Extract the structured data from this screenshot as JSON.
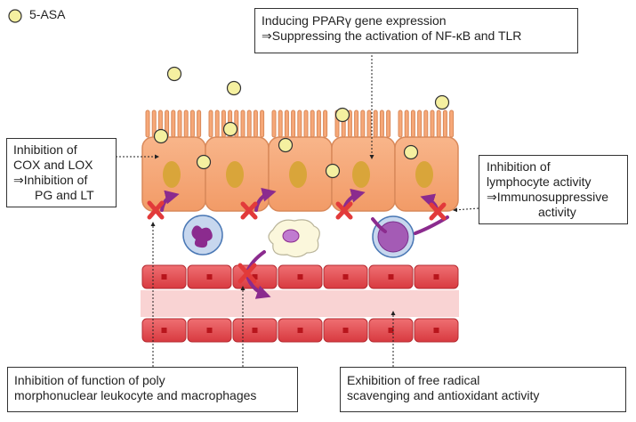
{
  "legend": {
    "label": "5-ASA"
  },
  "boxes": {
    "ppar": {
      "line1": "Inducing PPARγ gene expression",
      "line2": "⇒Suppressing the activation of NF-κB and TLR"
    },
    "cox": {
      "line1": "Inhibition of",
      "line2": "COX and LOX",
      "line3": "⇒Inhibition of",
      "line4": "PG and LT"
    },
    "lymph": {
      "line1": "Inhibition of",
      "line2": "lymphocyte activity",
      "line3": "⇒Immunosuppressive",
      "line4": "activity"
    },
    "pmn": {
      "line1": "Inhibition of function of poly",
      "line2": "morphonuclear leukocyte and macrophages"
    },
    "radical": {
      "line1": "Exhibition of free radical",
      "line2": "scavenging and antioxidant activity"
    }
  },
  "colors": {
    "cell_fill": "#f6a878",
    "cell_stroke": "#d9895a",
    "nucleus": "#d9a53a",
    "drug": "#f5f0a0",
    "vessel": "#e8464c",
    "vessel_lumen": "#f9d3d3",
    "arrow": "#8b2b8e",
    "inhibit": "#e23a3a",
    "leukocyte": "#c7d7ee"
  }
}
